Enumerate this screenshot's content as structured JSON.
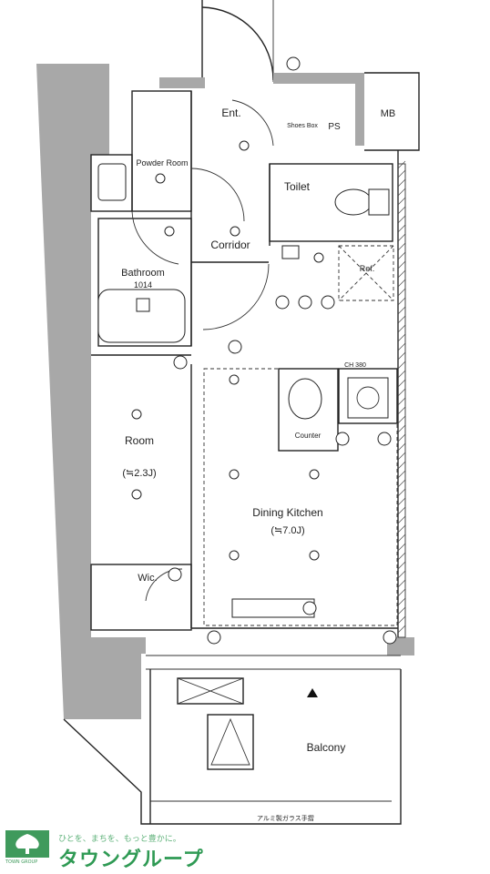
{
  "rooms": {
    "entrance": "Ent.",
    "shoes_box": "Shoes Box",
    "ps": "PS",
    "mb": "MB",
    "powder_room": "Powder Room",
    "toilet": "Toilet",
    "corridor": "Corridor",
    "bathroom": "Bathroom",
    "bathroom_size": "1014",
    "refrigerator": "Ref.",
    "room": "Room",
    "room_size": "(≒2.3J)",
    "counter": "Counter",
    "ceiling_height": "CH 380",
    "dining_kitchen": "Dining Kitchen",
    "dining_kitchen_size": "(≒7.0J)",
    "wic": "Wic.",
    "balcony": "Balcony",
    "balcony_note": "アルミ製ガラス手摺"
  },
  "logo": {
    "name": "タウングループ",
    "tagline": "ひとを、まちを、もっと豊かに。",
    "sub": "TOWN GROUP"
  },
  "colors": {
    "wall": "#a8a8a8",
    "line": "#222222",
    "logo_green": "#2f9a54"
  }
}
